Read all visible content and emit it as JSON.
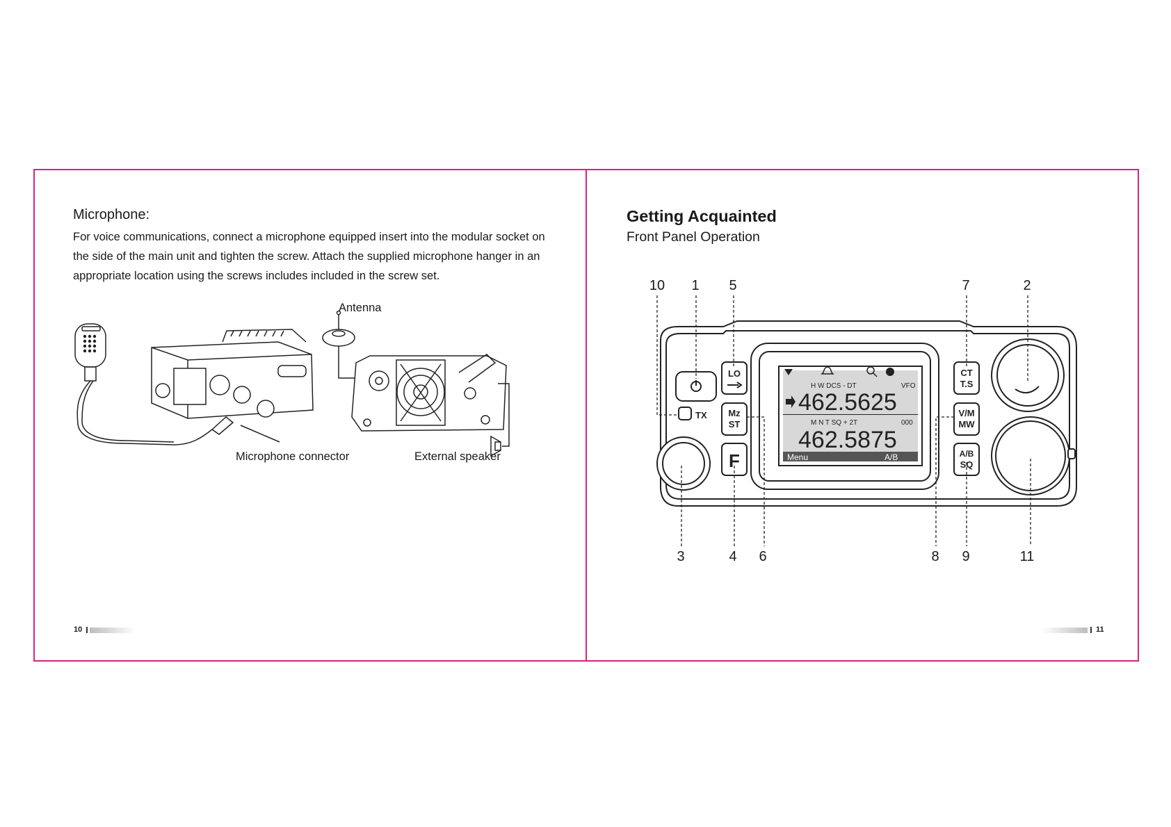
{
  "left_page": {
    "heading": "Microphone:",
    "paragraph": "For voice communications, connect a microphone equipped insert into the modular socket on the side of the main unit and tighten the screw. Attach the supplied microphone hanger in an appropriate location using the screws includes included in the screw set.",
    "labels": {
      "antenna": "Antenna",
      "microphone_connector": "Microphone connector",
      "external_speaker": "External speaker"
    },
    "page_number": "10"
  },
  "right_page": {
    "heading": "Getting Acquainted",
    "subheading": "Front Panel Operation",
    "callouts_top": [
      "10",
      "1",
      "5",
      "7",
      "2"
    ],
    "callouts_bottom": [
      "3",
      "4",
      "6",
      "8",
      "9",
      "11"
    ],
    "buttons": {
      "lo": "LO",
      "mz": "Mz",
      "st": "ST",
      "f": "F",
      "ct": "CT",
      "ts": "T.S",
      "vm": "V/M",
      "mw": "MW",
      "ab": "A/B",
      "sq": "SQ",
      "tx": "TX"
    },
    "display": {
      "line1_status": "H W  DCS - DT",
      "line1_mode": "VFO",
      "freq_a": "462.5625",
      "line2_status": "M N  T  SQ + 2T",
      "line2_channel": "000",
      "freq_b": "462.5875",
      "softkey_left": "Menu",
      "softkey_right": "A/B"
    },
    "page_number": "11"
  },
  "colors": {
    "frame": "#d4237f",
    "lcd_background": "#d8d8d8",
    "lcd_softkey_bar": "#555555"
  }
}
